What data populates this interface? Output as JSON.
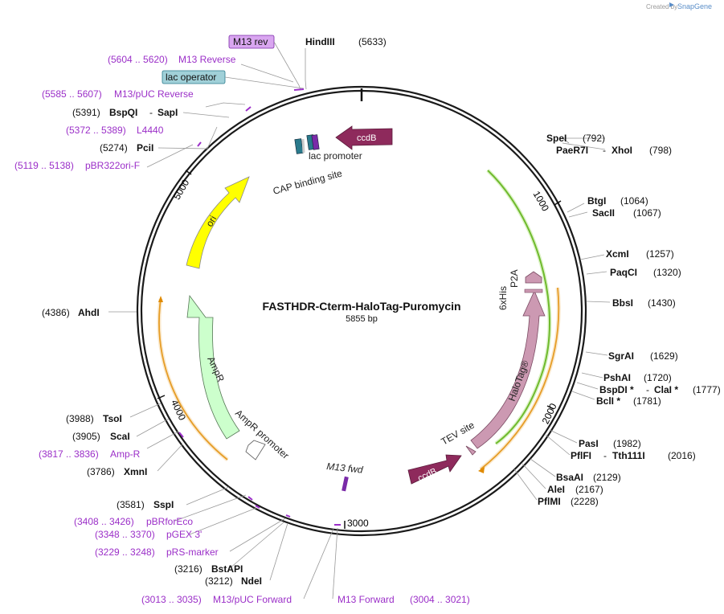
{
  "credit": "Created by",
  "credit_brand": "SnapGene",
  "map": {
    "title": "FASTHDR-Cterm-HaloTag-Puromycin",
    "subtitle": "5855 bp",
    "total_bp": 5855,
    "tick_labels": [
      "1000",
      "2000",
      "3000",
      "4000",
      "5000"
    ]
  },
  "features": {
    "ccdB_top": "ccdB",
    "ccdB_bottom": "ccdB",
    "ori": "ori",
    "ampR": "AmpR",
    "ampR_promoter": "AmpR promoter",
    "lac_promoter": "lac promoter",
    "cap_site": "CAP binding site",
    "halotag": "HaloTag®",
    "tev_site": "TEV site",
    "p2a": "P2A",
    "his": "6xHis",
    "m13_fwd": "M13 fwd",
    "m13_rev_box": "M13 rev",
    "lac_operator_box": "lac operator"
  },
  "primers": [
    {
      "range": "(5604 .. 5620)",
      "name": "M13 Reverse"
    },
    {
      "range": "(5585 .. 5607)",
      "name": "M13/pUC Reverse"
    },
    {
      "range": "(5372 .. 5389)",
      "name": "L4440"
    },
    {
      "range": "(5119 .. 5138)",
      "name": "pBR322ori-F"
    },
    {
      "range": "(3817 .. 3836)",
      "name": "Amp-R"
    },
    {
      "range": "(3408 .. 3426)",
      "name": "pBRforEco"
    },
    {
      "range": "(3348 .. 3370)",
      "name": "pGEX 3'"
    },
    {
      "range": "(3229 .. 3248)",
      "name": "pRS-marker"
    },
    {
      "range": "(3013 .. 3035)",
      "name": "M13/pUC Forward"
    },
    {
      "range": "(3004 .. 3021)",
      "name": "M13 Forward"
    }
  ],
  "enzymes": [
    {
      "name": "HindIII",
      "pos": "(5633)"
    },
    {
      "name": "BspQI",
      "sep": "-",
      "name2": "SapI",
      "pos": "(5391)"
    },
    {
      "name": "PciI",
      "pos": "(5274)"
    },
    {
      "name": "SpeI",
      "pos": "(792)"
    },
    {
      "name": "PaeR7I",
      "sep": "-",
      "name2": "XhoI",
      "pos": "(798)"
    },
    {
      "name": "BtgI",
      "pos": "(1064)"
    },
    {
      "name": "SacII",
      "pos": "(1067)"
    },
    {
      "name": "XcmI",
      "pos": "(1257)"
    },
    {
      "name": "PaqCI",
      "pos": "(1320)"
    },
    {
      "name": "BbsI",
      "pos": "(1430)"
    },
    {
      "name": "SgrAI",
      "pos": "(1629)"
    },
    {
      "name": "PshAI",
      "pos": "(1720)"
    },
    {
      "name": "BspDI *",
      "sep": "-",
      "name2": "ClaI *",
      "pos": "(1777)"
    },
    {
      "name": "BclI *",
      "pos": "(1781)"
    },
    {
      "name": "PasI",
      "pos": "(1982)"
    },
    {
      "name": "PflFI",
      "sep": "-",
      "name2": "Tth111I",
      "pos": "(2016)"
    },
    {
      "name": "BsaAI",
      "pos": "(2129)"
    },
    {
      "name": "AleI",
      "pos": "(2167)"
    },
    {
      "name": "PflMI",
      "pos": "(2228)"
    },
    {
      "name": "AhdI",
      "pos": "(4386)"
    },
    {
      "name": "TsoI",
      "pos": "(3988)"
    },
    {
      "name": "ScaI",
      "pos": "(3905)"
    },
    {
      "name": "XmnI",
      "pos": "(3786)"
    },
    {
      "name": "SspI",
      "pos": "(3581)"
    },
    {
      "name": "BstAPI",
      "pos": "(3216)"
    },
    {
      "name": "NdeI",
      "pos": "(3212)"
    }
  ],
  "colors": {
    "backbone": "#1a1a1a",
    "ccdB": "#8e2a5c",
    "ori": "#ffff00",
    "ampR": "#ccffcc",
    "halotag": "#cc99b2",
    "primer": "#9b2fc8",
    "orange_line": "#e08a00",
    "green_line": "#4aa000",
    "m13_rev_box": "#d9a6f0",
    "lac_operator_box": "#a0d0d8"
  }
}
